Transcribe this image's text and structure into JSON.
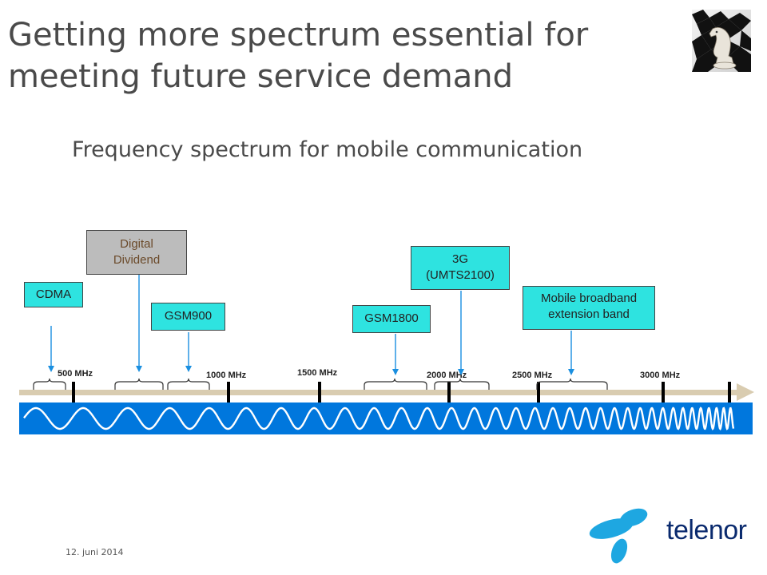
{
  "slide": {
    "title_line1": "Getting more spectrum essential for",
    "title_line2": "meeting future service demand",
    "subtitle": "Frequency spectrum for mobile communication",
    "date": "12. juni 2014",
    "logo_text": "telenor"
  },
  "bands": [
    {
      "id": "cdma",
      "lines": [
        "CDMA"
      ]
    },
    {
      "id": "digital-dividend",
      "lines": [
        "Digital",
        "Dividend"
      ]
    },
    {
      "id": "gsm900",
      "lines": [
        "GSM900"
      ]
    },
    {
      "id": "gsm1800",
      "lines": [
        "GSM1800"
      ]
    },
    {
      "id": "3g",
      "lines": [
        "3G",
        "(UMTS2100)"
      ]
    },
    {
      "id": "mobile-broadband",
      "lines": [
        "Mobile broadband",
        "extension band"
      ]
    }
  ],
  "ticks": [
    "500 MHz",
    "1000 MHz",
    "1500 MHz",
    "2000 MHz",
    "2500 MHz",
    "3000 MHz"
  ],
  "colors": {
    "cyan": "#2ee3e0",
    "gray_box": "#bcbcbc",
    "wave_bg": "#0077dd",
    "axis": "#d9ccb0",
    "arrow": "#1a8fe0",
    "logo": "#0a2a6e",
    "logo_mark": "#1ea7e1"
  }
}
